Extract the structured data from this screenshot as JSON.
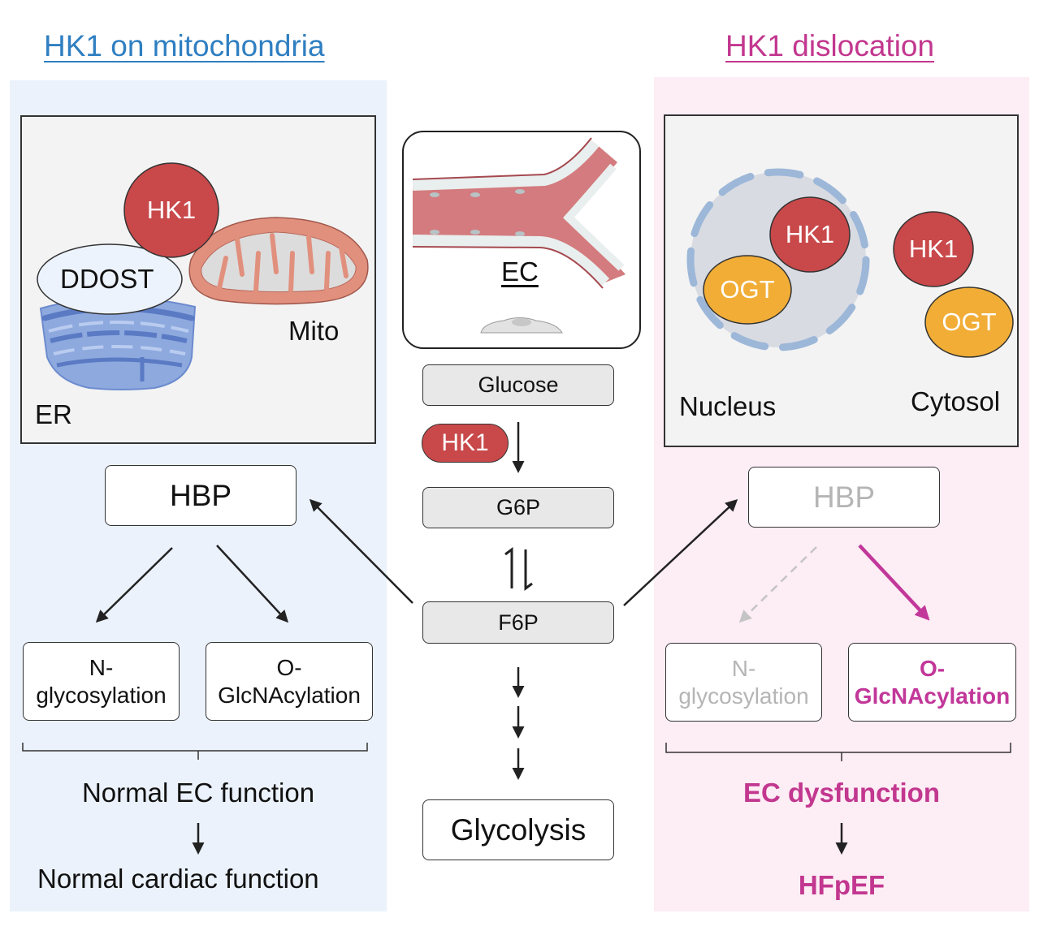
{
  "titles": {
    "left": "HK1 on mitochondria",
    "right": "HK1 dislocation"
  },
  "colors": {
    "left_accent": "#2f7fc1",
    "right_accent": "#c2378f",
    "hk1_red": "#c9484a",
    "ogt_orange": "#f1ad36",
    "faded_gray": "#b5b5b5"
  },
  "left_panel": {
    "organelle_labels": {
      "hk1": "HK1",
      "ddost": "DDOST",
      "mito": "Mito",
      "er": "ER"
    },
    "hbp": "HBP",
    "n_glyco": {
      "line1": "N-",
      "line2": "glycosylation"
    },
    "o_glcnac": {
      "line1": "O-",
      "line2": "GlcNAcylation"
    },
    "outcome1": "Normal EC function",
    "outcome2": "Normal cardiac function"
  },
  "center": {
    "ec_label": "EC",
    "glucose": "Glucose",
    "hk1": "HK1",
    "g6p": "G6P",
    "f6p": "F6P",
    "glycolysis": "Glycolysis"
  },
  "right_panel": {
    "nucleus_hk1": "HK1",
    "nucleus_ogt": "OGT",
    "cytosol_hk1": "HK1",
    "cytosol_ogt": "OGT",
    "nucleus_label": "Nucleus",
    "cytosol_label": "Cytosol",
    "hbp": "HBP",
    "n_glyco": {
      "line1": "N-",
      "line2": "glycosylation"
    },
    "o_glcnac": {
      "line1": "O-",
      "line2": "GlcNAcylation"
    },
    "outcome1": "EC dysfunction",
    "outcome2": "HFpEF"
  }
}
